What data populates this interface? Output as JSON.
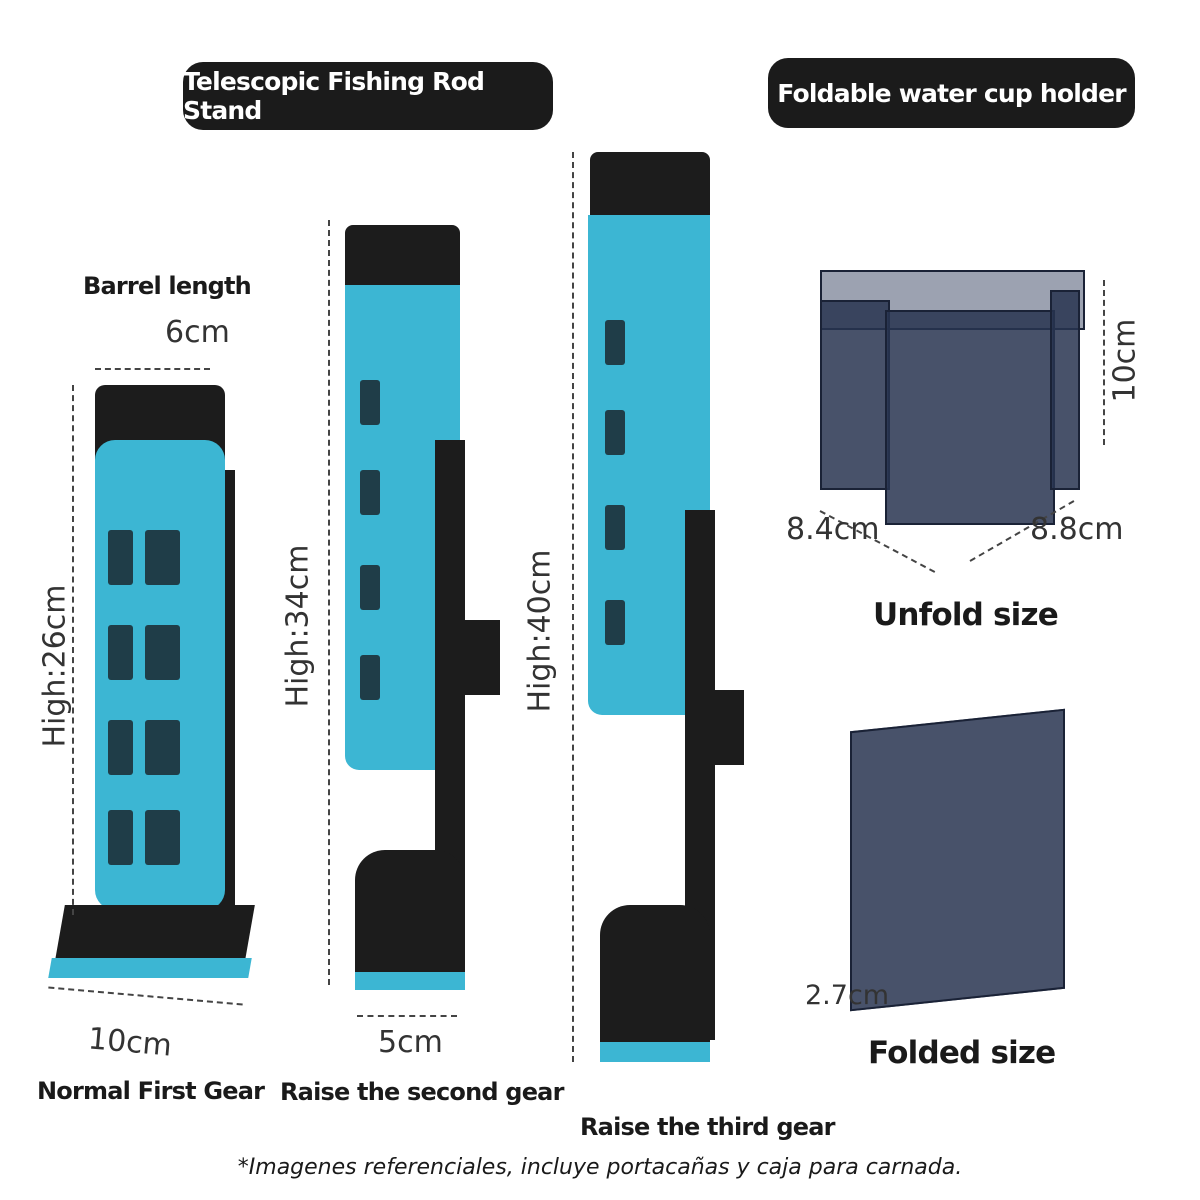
{
  "headers": {
    "rod_stand": "Telescopic Fishing Rod Stand",
    "cup_holder": "Foldable water cup holder"
  },
  "rod1": {
    "barrel_label": "Barrel length",
    "barrel_width": "6cm",
    "height": "High:26cm",
    "base_width": "10cm",
    "caption": "Normal First Gear"
  },
  "rod2": {
    "height": "High:34cm",
    "base_width": "5cm",
    "caption": "Raise the second gear"
  },
  "rod3": {
    "height": "High:40cm",
    "caption": "Raise the third gear"
  },
  "unfold": {
    "height": "10cm",
    "depth": "8.4cm",
    "width": "8.8cm",
    "caption": "Unfold size"
  },
  "folded": {
    "thickness": "2.7cm",
    "caption": "Folded size"
  },
  "footer": "*Imagenes referenciales, incluye portacañas y caja para carnada.",
  "colors": {
    "cyan": "#3cb6d3",
    "black": "#1c1c1c",
    "box": "#283450"
  }
}
